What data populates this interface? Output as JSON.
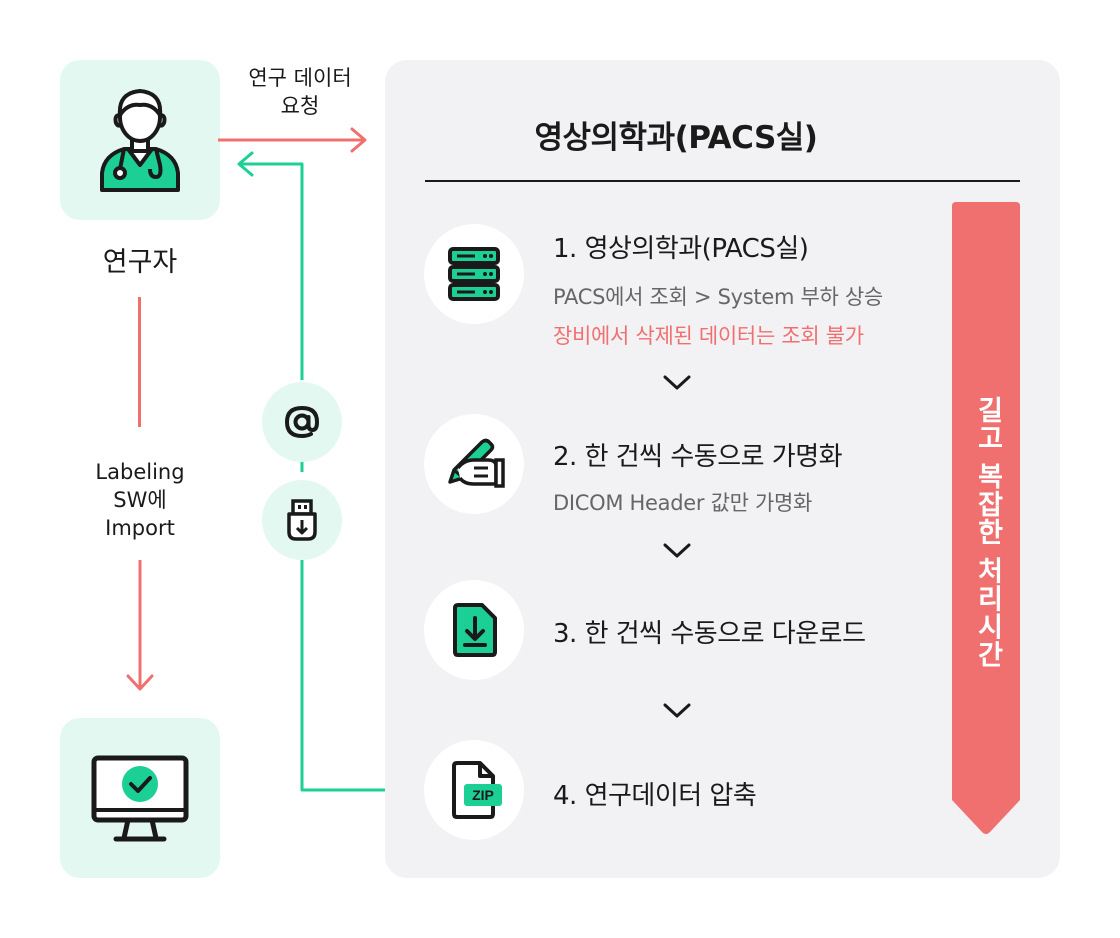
{
  "researcher": {
    "label": "연구자",
    "request_label_line1": "연구 데이터",
    "request_label_line2": "요청",
    "import_label_line1": "Labeling",
    "import_label_line2": "SW에",
    "import_label_line3": "Import"
  },
  "panel": {
    "title": "영상의학과(PACS실)",
    "side_bar_label": "길고 복잡한 처리시간",
    "steps": [
      {
        "title": "1. 영상의학과(PACS실)",
        "sub": "PACS에서 조회 > System 부하 상승",
        "warn": "장비에서 삭제된 데이터는 조회 불가",
        "icon": "server-icon"
      },
      {
        "title": "2. 한 건씩 수동으로 가명화",
        "sub": "DICOM Header 값만 가명화",
        "icon": "hand-writing-icon"
      },
      {
        "title": "3. 한 건씩 수동으로 다운로드",
        "icon": "file-download-icon"
      },
      {
        "title": "4. 연구데이터 압축",
        "icon": "zip-file-icon",
        "zip_text": "ZIP"
      }
    ]
  },
  "transfer_icons": [
    "at-sign-icon",
    "usb-drive-icon"
  ],
  "colors": {
    "accent_green": "#1ccf95",
    "accent_red": "#f07070",
    "tile_bg": "#e3f8f1",
    "panel_bg": "#f2f2f4"
  }
}
